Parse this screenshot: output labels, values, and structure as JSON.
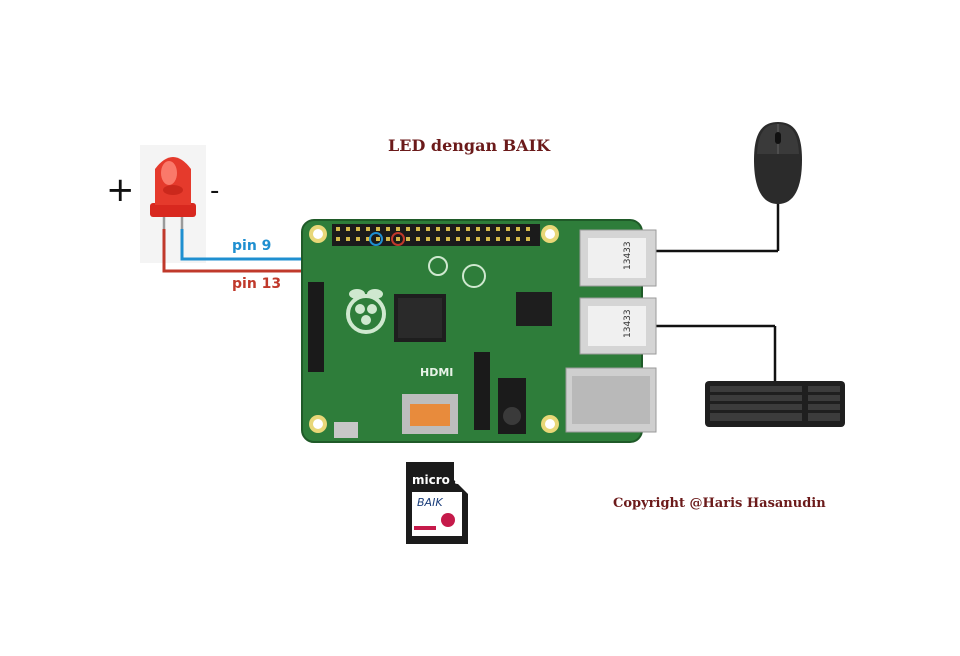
{
  "diagram": {
    "title": "LED dengan BAIK",
    "copyright": "Copyright @Haris Hasanudin",
    "led": {
      "plus_label": "+",
      "minus_label": "-"
    },
    "wires": {
      "pin9_label": "pin 9",
      "pin13_label": "pin 13",
      "pin9_color": "#1f8fd0",
      "pin13_color": "#c0392b"
    },
    "board": {
      "hdmi_label": "HDMI",
      "usb_code_top": "13433",
      "usb_code_bottom": "13433"
    },
    "sdcard": {
      "brand": "micro SD",
      "label": "BAIK"
    },
    "peripherals": {
      "mouse": "mouse-icon",
      "keyboard": "keyboard-icon"
    },
    "colors": {
      "title": "#6b1a1a",
      "board_green": "#2e7d3a"
    }
  }
}
